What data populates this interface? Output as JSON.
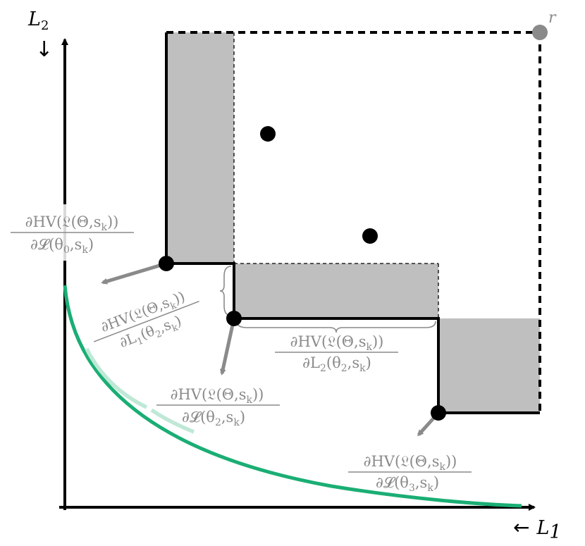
{
  "axes": {
    "y_label": "L",
    "y_label_sub": "2",
    "y_arrow_glyph": "↓",
    "x_arrow_glyph": "←",
    "x_label": "L",
    "x_label_sub": "1"
  },
  "reference_point": {
    "label": "r"
  },
  "annotations": {
    "grad_theta0": {
      "numerator": "∂HV(𝔏(Θ,s",
      "numerator_sub": "k",
      "numerator_end": "))",
      "denominator": "∂𝓛(θ",
      "denominator_sub1": "0",
      "denominator_mid": ",s",
      "denominator_sub2": "k",
      "denominator_end": ")"
    },
    "grad_L1_theta2": {
      "numerator": "∂HV(𝔏(Θ,s",
      "numerator_sub": "k",
      "numerator_end": "))",
      "denominator": "∂L",
      "denominator_sub1": "1",
      "denominator_mid": "(θ",
      "denominator_sub2": "2",
      "denominator_mid2": ",s",
      "denominator_sub3": "k",
      "denominator_end": ")"
    },
    "grad_L2_theta2": {
      "numerator": "∂HV(𝔏(Θ,s",
      "numerator_sub": "k",
      "numerator_end": "))",
      "denominator": "∂L",
      "denominator_sub1": "2",
      "denominator_mid": "(θ",
      "denominator_sub2": "2",
      "denominator_mid2": ",s",
      "denominator_sub3": "k",
      "denominator_end": ")"
    },
    "grad_theta2": {
      "numerator": "∂HV(𝔏(Θ,s",
      "numerator_sub": "k",
      "numerator_end": "))",
      "denominator": "∂𝓛(θ",
      "denominator_sub1": "2",
      "denominator_mid": ",s",
      "denominator_sub2": "k",
      "denominator_end": ")"
    },
    "grad_theta3": {
      "numerator": "∂HV(𝔏(Θ,s",
      "numerator_sub": "k",
      "numerator_end": "))",
      "denominator": "∂𝓛(θ",
      "denominator_sub1": "3",
      "denominator_mid": ",s",
      "denominator_sub2": "k",
      "denominator_end": ")"
    }
  },
  "colors": {
    "ink": "#000000",
    "grey_fill": "#bfbfbf",
    "grey_text": "#8a8a8a",
    "front_dark": "#1aae74",
    "front_light": "#bfe8d6"
  }
}
